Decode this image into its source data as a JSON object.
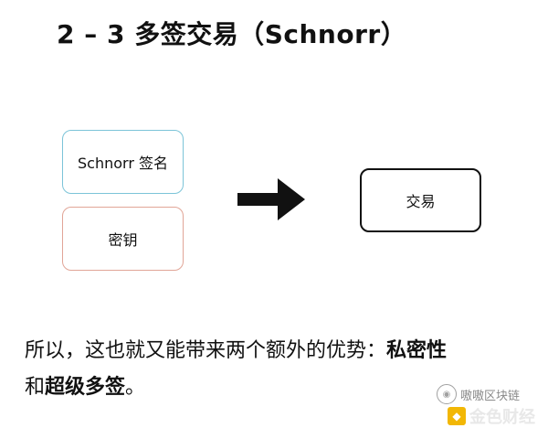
{
  "title": "2 – 3  多签交易（Schnorr）",
  "diagram": {
    "boxes": {
      "schnorr_signature": "Schnorr 签名",
      "private_key": "密钥",
      "transaction": "交易"
    }
  },
  "paragraph": {
    "prefix": "所以，这也就又能带来两个额外的优势：",
    "bold1": "私密性",
    "middle": "和",
    "bold2": "超级多签",
    "suffix": "。"
  },
  "watermark": {
    "wechat_text": "嗷嗷区块链",
    "site_text": "金色财经"
  },
  "colors": {
    "schnorr_border": "#7cc4d8",
    "key_border": "#e1a597",
    "transaction_border": "#111111",
    "arrow": "#111111"
  }
}
